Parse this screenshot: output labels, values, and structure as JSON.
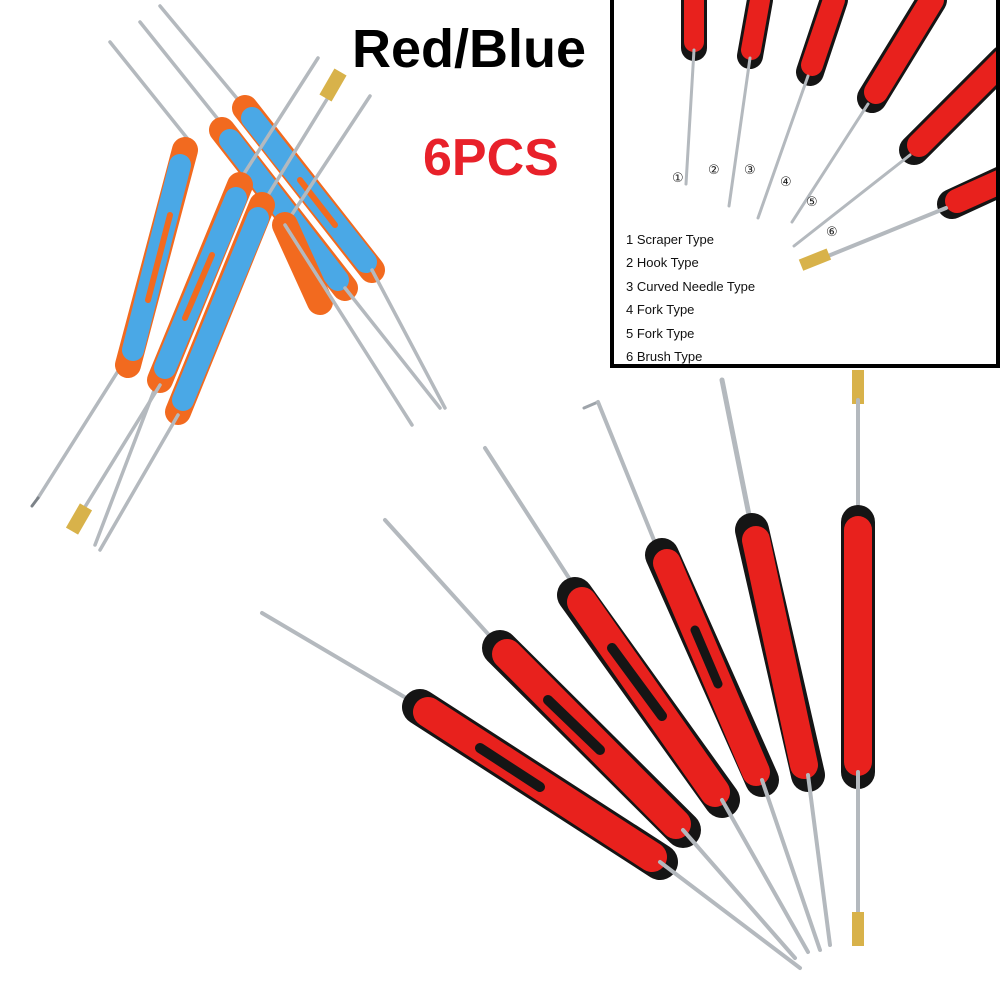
{
  "title": "Red/Blue",
  "count_label": "6PCS",
  "legend": [
    "1 Scraper Type",
    "2 Hook Type",
    "3 Curved Needle Type",
    "4 Fork Type",
    "5 Fork Type",
    "6 Brush Type"
  ],
  "markers": [
    "①",
    "②",
    "③",
    "④",
    "⑤",
    "⑥"
  ],
  "colors": {
    "handle_red": "#e8211d",
    "handle_blue": "#4aa8e6",
    "grip_orange": "#f26a1f",
    "grip_black": "#151515",
    "steel": "#c9cdd2",
    "brush_brass": "#d8b24a",
    "title_red": "#e8212a"
  }
}
